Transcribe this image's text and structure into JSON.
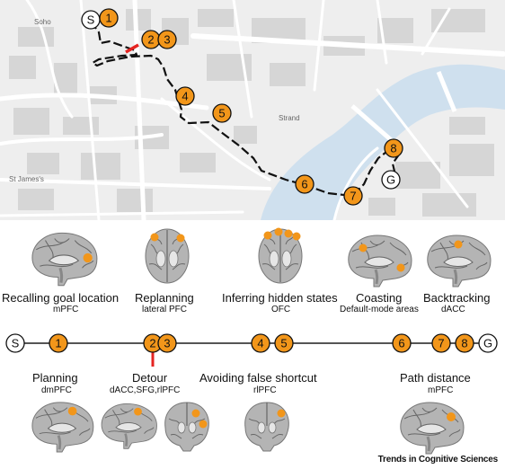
{
  "map": {
    "areas": [
      "Soho",
      "Strand",
      "St James's"
    ],
    "start_label": "S",
    "goal_label": "G",
    "steps": [
      "1",
      "2",
      "3",
      "4",
      "5",
      "6",
      "7",
      "8"
    ],
    "colors": {
      "water": "#cfe0ee",
      "land": "#eeeeee",
      "road": "#ffffff",
      "building": "#d6d6d6",
      "route": "#111111",
      "detour": "#e52421",
      "marker": "#f2961a"
    }
  },
  "timeline": {
    "start_label": "S",
    "goal_label": "G",
    "markers": [
      "1",
      "2",
      "3",
      "4",
      "5",
      "6",
      "7",
      "8"
    ]
  },
  "top_labels": [
    {
      "title": "Recalling goal location",
      "region": "mPFC"
    },
    {
      "title": "Replanning",
      "region": "lateral PFC"
    },
    {
      "title": "Inferring hidden states",
      "region": "OFC"
    },
    {
      "title": "Coasting",
      "region": "Default-mode areas"
    },
    {
      "title": "Backtracking",
      "region": "dACC"
    }
  ],
  "bottom_labels": [
    {
      "title": "Planning",
      "region": "dmPFC"
    },
    {
      "title": "Detour",
      "region": "dACC,SFG,rlPFC"
    },
    {
      "title": "Avoiding false shortcut",
      "region": "rlPFC"
    },
    {
      "title": "Path distance",
      "region": "mPFC"
    }
  ],
  "credit": "Trends in Cognitive Sciences"
}
